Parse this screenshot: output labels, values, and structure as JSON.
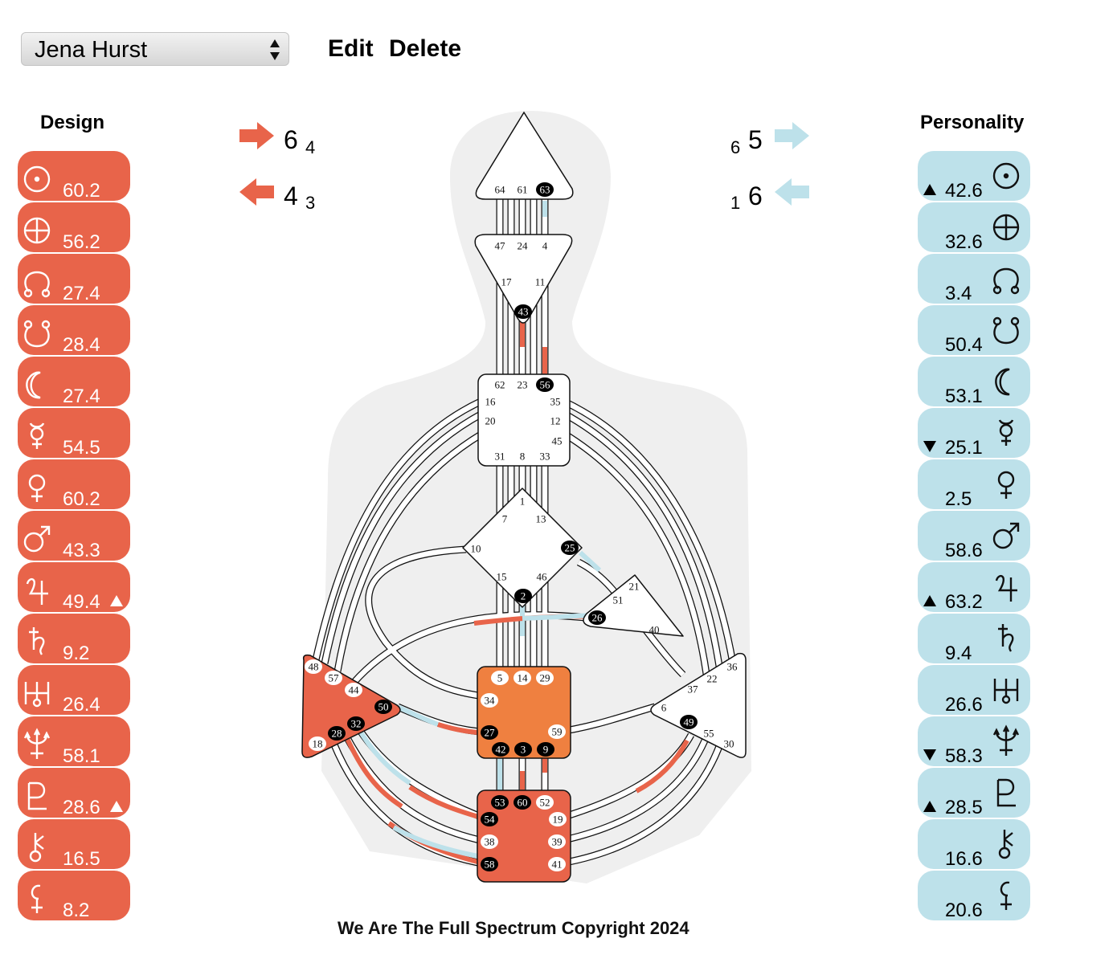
{
  "header": {
    "profile_select": "Jena Hurst",
    "edit_label": "Edit",
    "delete_label": "Delete"
  },
  "design": {
    "title": "Design",
    "color": "#e8644a",
    "arrows": [
      {
        "number": "6",
        "sub": "4",
        "direction": "right"
      },
      {
        "number": "4",
        "sub": "3",
        "direction": "left"
      }
    ],
    "activations": [
      {
        "planet": "sun-icon",
        "value": "60.2",
        "mark": ""
      },
      {
        "planet": "earth-icon",
        "value": "56.2",
        "mark": ""
      },
      {
        "planet": "north-node-icon",
        "value": "27.4",
        "mark": ""
      },
      {
        "planet": "south-node-icon",
        "value": "28.4",
        "mark": ""
      },
      {
        "planet": "moon-icon",
        "value": "27.4",
        "mark": ""
      },
      {
        "planet": "mercury-icon",
        "value": "54.5",
        "mark": ""
      },
      {
        "planet": "venus-icon",
        "value": "60.2",
        "mark": ""
      },
      {
        "planet": "mars-icon",
        "value": "43.3",
        "mark": ""
      },
      {
        "planet": "jupiter-icon",
        "value": "49.4",
        "mark": "up"
      },
      {
        "planet": "saturn-icon",
        "value": "9.2",
        "mark": ""
      },
      {
        "planet": "uranus-icon",
        "value": "26.4",
        "mark": ""
      },
      {
        "planet": "neptune-icon",
        "value": "58.1",
        "mark": ""
      },
      {
        "planet": "pluto-icon",
        "value": "28.6",
        "mark": "up"
      },
      {
        "planet": "chiron-icon",
        "value": "16.5",
        "mark": ""
      },
      {
        "planet": "ceres-icon",
        "value": "8.2",
        "mark": ""
      }
    ]
  },
  "personality": {
    "title": "Personality",
    "color": "#bde1ea",
    "arrows": [
      {
        "number": "5",
        "sub": "6",
        "direction": "right"
      },
      {
        "number": "6",
        "sub": "1",
        "direction": "left"
      }
    ],
    "activations": [
      {
        "planet": "sun-icon",
        "value": "42.6",
        "mark": "up"
      },
      {
        "planet": "earth-icon",
        "value": "32.6",
        "mark": ""
      },
      {
        "planet": "north-node-icon",
        "value": "3.4",
        "mark": ""
      },
      {
        "planet": "south-node-icon",
        "value": "50.4",
        "mark": ""
      },
      {
        "planet": "moon-icon",
        "value": "53.1",
        "mark": ""
      },
      {
        "planet": "mercury-icon",
        "value": "25.1",
        "mark": "down"
      },
      {
        "planet": "venus-icon",
        "value": "2.5",
        "mark": ""
      },
      {
        "planet": "mars-icon",
        "value": "58.6",
        "mark": ""
      },
      {
        "planet": "jupiter-icon",
        "value": "63.2",
        "mark": "up"
      },
      {
        "planet": "saturn-icon",
        "value": "9.4",
        "mark": ""
      },
      {
        "planet": "uranus-icon",
        "value": "26.6",
        "mark": ""
      },
      {
        "planet": "neptune-icon",
        "value": "58.3",
        "mark": "down"
      },
      {
        "planet": "pluto-icon",
        "value": "28.5",
        "mark": "up"
      },
      {
        "planet": "chiron-icon",
        "value": "16.6",
        "mark": ""
      },
      {
        "planet": "ceres-icon",
        "value": "20.6",
        "mark": ""
      }
    ]
  },
  "bodygraph": {
    "defined_center_color": "#e8644a",
    "sacral_color": "#ef8040",
    "personality_color": "#bde1ea",
    "active_gates": [
      "63",
      "43",
      "56",
      "25",
      "2",
      "26",
      "50",
      "32",
      "28",
      "27",
      "42",
      "3",
      "9",
      "53",
      "60",
      "54",
      "58",
      "49"
    ],
    "head_gates": [
      "64",
      "61",
      "63"
    ],
    "ajna_gates": [
      "47",
      "24",
      "4",
      "17",
      "11",
      "43"
    ],
    "throat_gates": [
      "62",
      "23",
      "56",
      "16",
      "35",
      "20",
      "12",
      "45",
      "31",
      "8",
      "33"
    ],
    "g_gates": [
      "1",
      "7",
      "13",
      "10",
      "25",
      "15",
      "46",
      "2"
    ],
    "heart_gates": [
      "21",
      "51",
      "26",
      "40"
    ],
    "spleen_gates": [
      "48",
      "57",
      "44",
      "50",
      "32",
      "28",
      "18"
    ],
    "sacral_gates": [
      "5",
      "14",
      "29",
      "34",
      "27",
      "59",
      "42",
      "3",
      "9"
    ],
    "solar_plexus_gates": [
      "36",
      "22",
      "37",
      "6",
      "49",
      "55",
      "30"
    ],
    "root_gates": [
      "53",
      "60",
      "52",
      "54",
      "19",
      "38",
      "39",
      "58",
      "41"
    ]
  },
  "footer": {
    "text": "We Are The Full Spectrum Copyright 2024"
  }
}
